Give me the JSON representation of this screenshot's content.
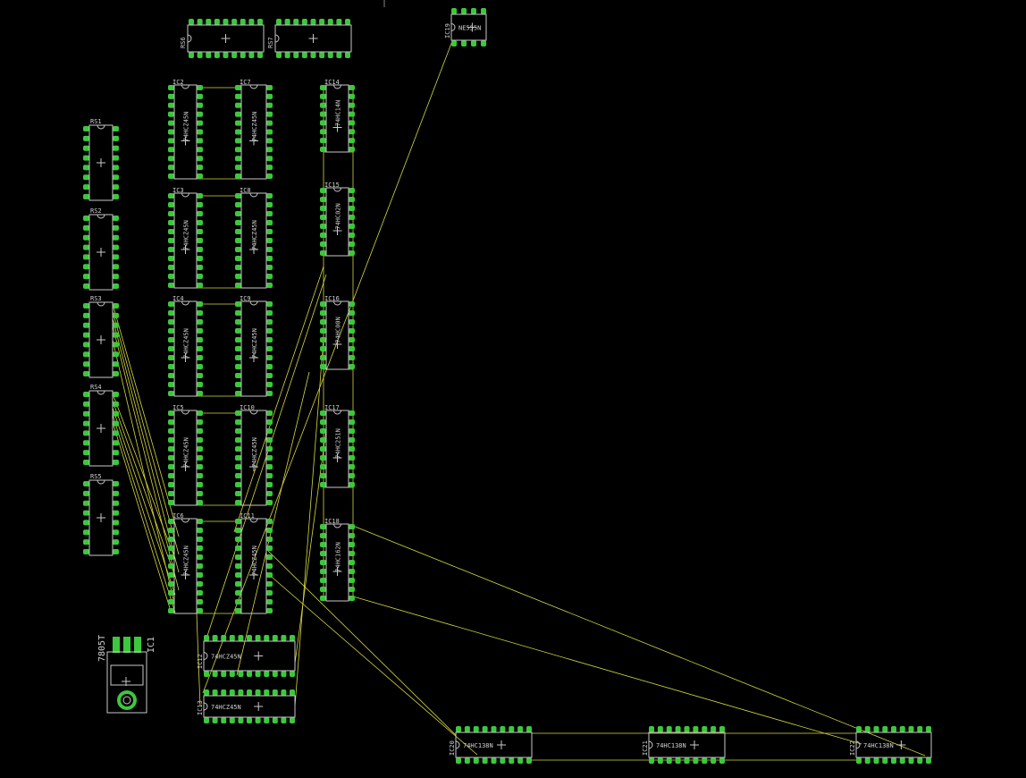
{
  "colors": {
    "background": "#000000",
    "outline": "#c8c8c8",
    "pad": "#3cc83c",
    "airwire": "#d8d840",
    "label": "#d0d0d0"
  },
  "resistor_networks": [
    {
      "name": "RS1",
      "ref": "RS1"
    },
    {
      "name": "RS2",
      "ref": "RS2"
    },
    {
      "name": "RS3",
      "ref": "RS3"
    },
    {
      "name": "RS4",
      "ref": "RS4"
    },
    {
      "name": "RS5",
      "ref": "RS5"
    },
    {
      "name": "RS6",
      "ref": "RS6"
    },
    {
      "name": "RS7",
      "ref": "RS7"
    }
  ],
  "chips": [
    {
      "ref": "IC2",
      "value": "74HCZ45N"
    },
    {
      "ref": "IC3",
      "value": "74HCZ45N"
    },
    {
      "ref": "IC4",
      "value": "74HCZ45N"
    },
    {
      "ref": "IC5",
      "value": "74HCZ45N"
    },
    {
      "ref": "IC6",
      "value": "74HCZ45N"
    },
    {
      "ref": "IC7",
      "value": "74HCZ45N"
    },
    {
      "ref": "IC8",
      "value": "74HCZ45N"
    },
    {
      "ref": "IC9",
      "value": "74HCZ45N"
    },
    {
      "ref": "IC10",
      "value": "74HCZ45N"
    },
    {
      "ref": "IC11",
      "value": "74HCZ45N"
    },
    {
      "ref": "IC12",
      "value": "74HCZ45N"
    },
    {
      "ref": "IC13",
      "value": "74HCZ45N"
    },
    {
      "ref": "IC14",
      "value": "74HC14N"
    },
    {
      "ref": "IC15",
      "value": "74HC02N"
    },
    {
      "ref": "IC16",
      "value": "74HC00N"
    },
    {
      "ref": "IC17",
      "value": "74HC251N"
    },
    {
      "ref": "IC18",
      "value": "74HC162N"
    },
    {
      "ref": "IC19",
      "value": "NE555N"
    },
    {
      "ref": "IC20",
      "value": "74HC138N"
    },
    {
      "ref": "IC21",
      "value": "74HC138N"
    },
    {
      "ref": "IC22",
      "value": "74HC138N"
    }
  ],
  "regulator": {
    "ref": "IC1",
    "value": "7805T"
  }
}
